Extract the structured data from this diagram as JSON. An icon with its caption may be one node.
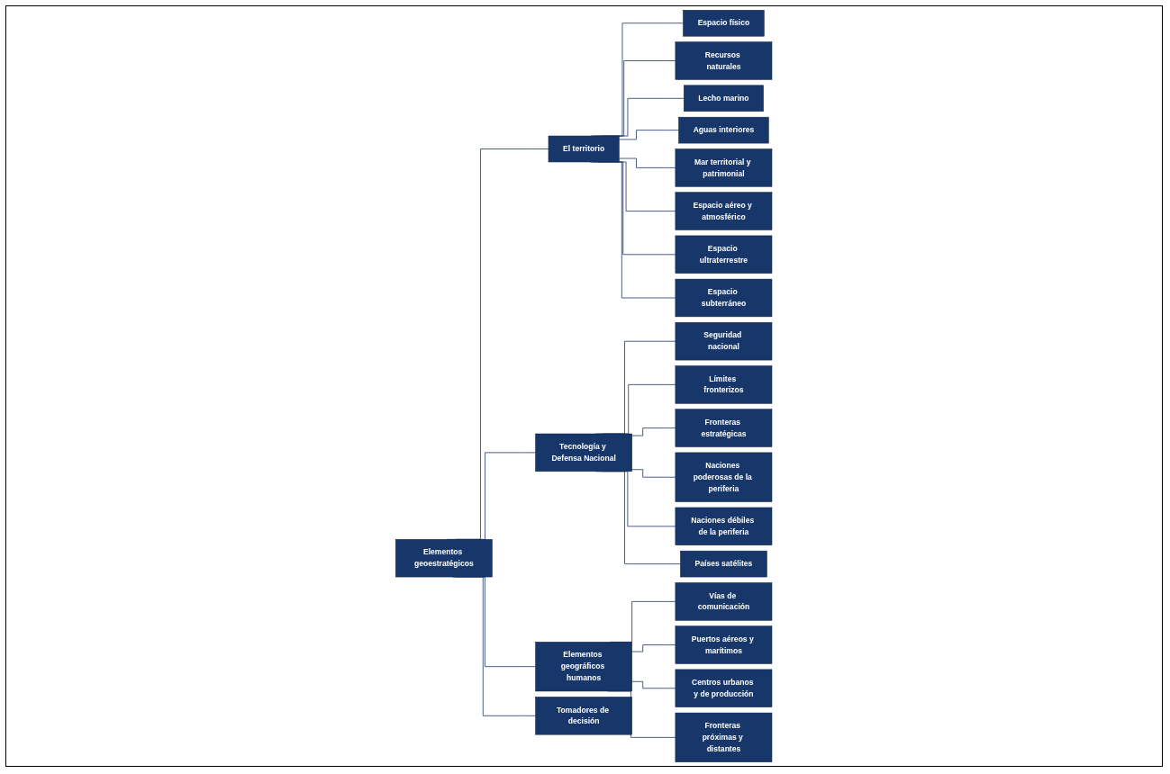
{
  "diagram": {
    "nodes": [
      {
        "text": [
          "Elementos geoestratégicos"
        ]
      },
      {
        "text": [
          "Tomadores de decisión"
        ]
      },
      {
        "text": [
          "El territorio"
        ]
      },
      {
        "text": [
          "Tecnología y Defensa Nacional"
        ]
      },
      {
        "text": [
          "Elementos geográficos humanos"
        ]
      },
      {
        "text": [
          "Espacio físico"
        ]
      },
      {
        "text": [
          "Recursos naturales"
        ]
      },
      {
        "text": [
          "Lecho marino"
        ]
      },
      {
        "text": [
          "Aguas interiores"
        ]
      },
      {
        "text": [
          "Mar territorial y patrimonial"
        ]
      },
      {
        "text": [
          "Espacio aéreo y atmosférico"
        ]
      },
      {
        "text": [
          "Espacio ultraterrestre"
        ]
      },
      {
        "text": [
          "Espacio subterráneo"
        ]
      },
      {
        "text": [
          "Seguridad nacional"
        ]
      },
      {
        "text": [
          "Límites fronterizos"
        ]
      },
      {
        "text": [
          "Fronteras estratégicas"
        ]
      },
      {
        "text": [
          "Naciones poderosas de la periferia"
        ]
      },
      {
        "text": [
          "Naciones débiles de la periferia"
        ]
      },
      {
        "text": [
          "Países satélites"
        ]
      },
      {
        "text": [
          "Vías de comunicación"
        ]
      },
      {
        "text": [
          "Puertos aéreos y marítimos"
        ]
      },
      {
        "text": [
          "Centros urbanos y de producción"
        ]
      },
      {
        "text": [
          "Fronteras próximas y distantes"
        ]
      }
    ],
    "edges": [
      {
        "from": 0,
        "to": 1,
        "arrow": "none"
      },
      {
        "from": 0,
        "to": 2,
        "arrow": "none"
      },
      {
        "from": 0,
        "to": 3,
        "arrow": "none"
      },
      {
        "from": 0,
        "to": 4,
        "arrow": "none"
      },
      {
        "from": 2,
        "to": 5,
        "arrow": "none"
      },
      {
        "from": 2,
        "to": 6,
        "arrow": "none"
      },
      {
        "from": 2,
        "to": 7,
        "arrow": "none"
      },
      {
        "from": 2,
        "to": 8,
        "arrow": "none"
      },
      {
        "from": 2,
        "to": 9,
        "arrow": "none"
      },
      {
        "from": 2,
        "to": 10,
        "arrow": "none"
      },
      {
        "from": 2,
        "to": 11,
        "arrow": "none"
      },
      {
        "from": 2,
        "to": 12,
        "arrow": "none"
      },
      {
        "from": 3,
        "to": 13,
        "arrow": "none"
      },
      {
        "from": 3,
        "to": 14,
        "arrow": "none"
      },
      {
        "from": 3,
        "to": 15,
        "arrow": "none"
      },
      {
        "from": 3,
        "to": 16,
        "arrow": "none"
      },
      {
        "from": 3,
        "to": 17,
        "arrow": "none"
      },
      {
        "from": 3,
        "to": 18,
        "arrow": "none"
      },
      {
        "from": 4,
        "to": 19,
        "arrow": "none"
      },
      {
        "from": 4,
        "to": 20,
        "arrow": "none"
      },
      {
        "from": 4,
        "to": 21,
        "arrow": "none"
      },
      {
        "from": 4,
        "to": 22,
        "arrow": "none"
      }
    ]
  }
}
